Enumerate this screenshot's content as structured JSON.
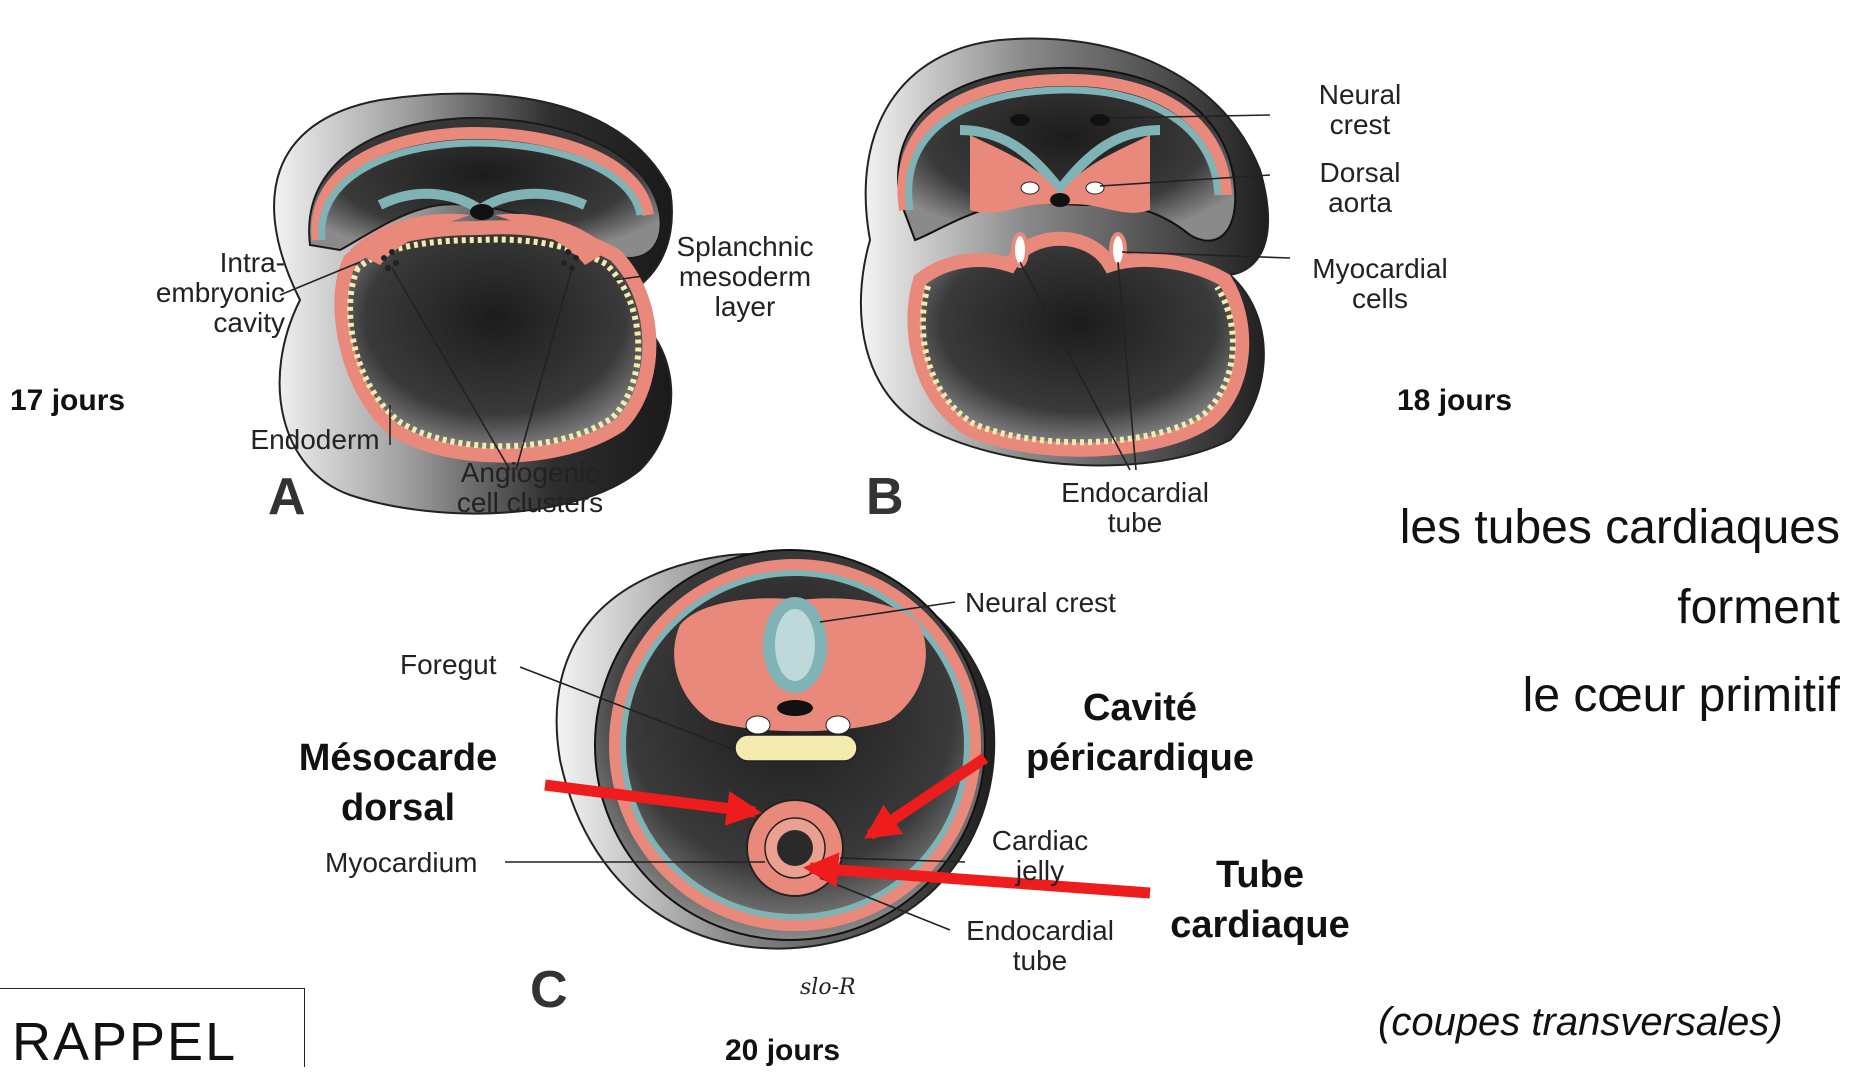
{
  "panels": {
    "A": {
      "letter": "A",
      "days": "17 jours",
      "labels": {
        "intra": [
          "Intra-",
          "embryonic",
          "cavity"
        ],
        "splanchnic": [
          "Splanchnic",
          "mesoderm",
          "layer"
        ],
        "endoderm": "Endoderm",
        "angiogenic": [
          "Angiogenic",
          "cell clusters"
        ]
      }
    },
    "B": {
      "letter": "B",
      "days": "18 jours",
      "labels": {
        "neural_crest": [
          "Neural",
          "crest"
        ],
        "dorsal_aorta": [
          "Dorsal",
          "aorta"
        ],
        "myocardial_cells": [
          "Myocardial",
          "cells"
        ],
        "endocardial_tube": [
          "Endocardial",
          "tube"
        ]
      }
    },
    "C": {
      "letter": "C",
      "days": "20 jours",
      "signature": "slo-R",
      "labels": {
        "neural_crest": "Neural crest",
        "foregut": "Foregut",
        "myocardium": "Myocardium",
        "cardiac_jelly": [
          "Cardiac",
          "jelly"
        ],
        "endocardial_tube": [
          "Endocardial",
          "tube"
        ]
      }
    }
  },
  "annotations_fr": {
    "mesocarde": [
      "Mésocarde",
      "dorsal"
    ],
    "cavite": [
      "Cavité",
      "péricardique"
    ],
    "tube": [
      "Tube",
      "cardiaque"
    ]
  },
  "caption": [
    "les tubes cardiaques",
    "forment",
    "le cœur primitif"
  ],
  "note": "(coupes transversales)",
  "rappel": "RAPPEL",
  "colors": {
    "mesoderm": "#e9897b",
    "ectoderm": "#7fb3b5",
    "endoderm": "#f3ecae",
    "dark": "#2b2b2b",
    "arrow": "#ee1c1c"
  }
}
